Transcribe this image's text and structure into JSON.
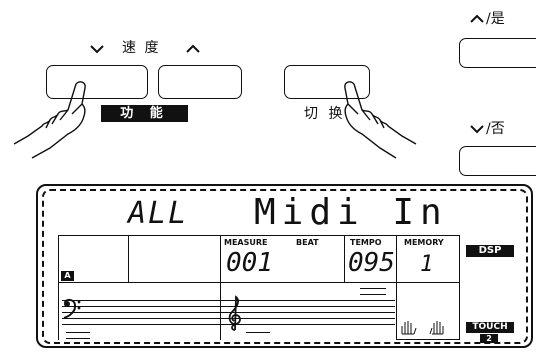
{
  "panel": {
    "tempo_caption": "速 度",
    "function_label": "功 能",
    "switch_label": "切 换",
    "yes_caption": "/是",
    "no_caption": "/否"
  },
  "lcd": {
    "top_left": "ALL",
    "top_main": "Midi In",
    "measure_label": "MEASURE",
    "beat_label": "BEAT",
    "measure_value": "001",
    "tempo_label": "TEMPO",
    "tempo_value": "095",
    "memory_label": "MEMORY",
    "memory_value": "1",
    "dsp_label": "DSP",
    "touch_label": "TOUCH",
    "touch_value": "2",
    "section_a": "A"
  },
  "icons": {
    "arrow_down": "chevron-down-icon",
    "arrow_up": "chevron-up-icon",
    "hand": "pressing-hand-icon",
    "bass_clef": "bass-clef-icon",
    "treble_clef": "treble-clef-icon",
    "hands": "hands-icon"
  }
}
